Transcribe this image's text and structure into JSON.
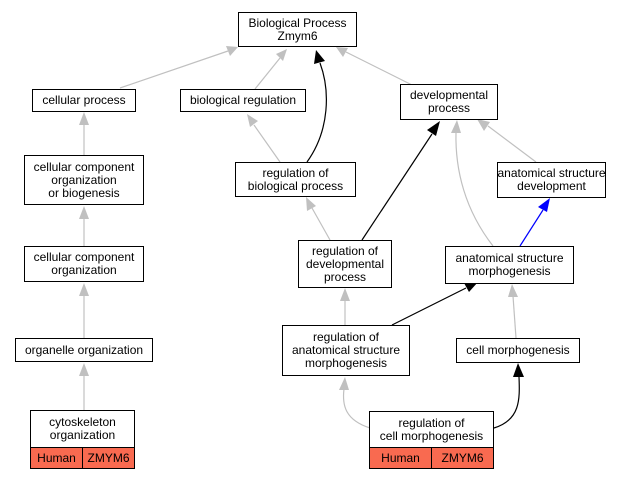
{
  "nodes": {
    "root": [
      "Biological Process",
      "Zmym6"
    ],
    "cellular_process": [
      "cellular process"
    ],
    "biological_regulation": [
      "biological regulation"
    ],
    "developmental_process": [
      "developmental",
      "process"
    ],
    "ccob": [
      "cellular component",
      "organization",
      "or biogenesis"
    ],
    "regulation_of_biological_process": [
      "regulation of",
      "biological process"
    ],
    "anatomical_structure_development": [
      "anatomical structure",
      "development"
    ],
    "cco": [
      "cellular component",
      "organization"
    ],
    "regulation_of_developmental_process": [
      "regulation of",
      "developmental",
      "process"
    ],
    "anatomical_structure_morphogenesis": [
      "anatomical structure",
      "morphogenesis"
    ],
    "organelle_organization": [
      "organelle organization"
    ],
    "regulation_of_asm": [
      "regulation of",
      "anatomical structure",
      "morphogenesis"
    ],
    "cell_morphogenesis": [
      "cell morphogenesis"
    ],
    "cytoskeleton_organization": [
      "cytoskeleton",
      "organization"
    ],
    "regulation_of_cell_morphogenesis": [
      "regulation of",
      "cell morphogenesis"
    ]
  },
  "annotations": {
    "cytoskeleton_organization": [
      "Human",
      "ZMYM6"
    ],
    "regulation_of_cell_morphogenesis": [
      "Human",
      "ZMYM6"
    ]
  },
  "colors": {
    "is_a_edge": "#c0c0c0",
    "regulates_edge": "#000000",
    "part_of_edge": "#0000ff",
    "annotation_fill": "#f96a50"
  }
}
